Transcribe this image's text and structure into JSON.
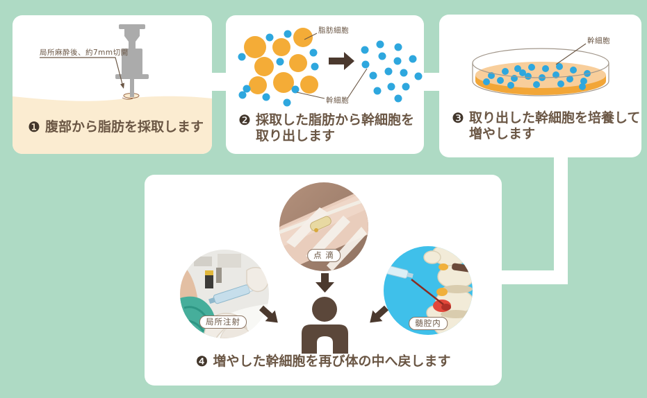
{
  "colors": {
    "background": "#AEDAC4",
    "card": "#FFFFFF",
    "cream": "#FBECD1",
    "text_brown": "#6A5644",
    "badge_brown": "#42362B",
    "fat_cell_orange": "#F4AC37",
    "stem_cell_blue": "#2EA7DE",
    "arrow_dark_brown": "#4B392E",
    "syringe_gray": "#ABABAB",
    "person_brown": "#5B473A"
  },
  "step1": {
    "badge": "❶",
    "caption": "腹部から脂肪を採取します",
    "annotation": "局所麻酔後、約7mm切開"
  },
  "step2": {
    "badge": "❷",
    "caption_line1": "採取した脂肪から幹細胞を",
    "caption_line2": "取り出します",
    "label_fat_cell": "脂肪細胞",
    "label_stem_cell": "幹細胞"
  },
  "step3": {
    "badge": "❸",
    "caption_line1": "取り出した幹細胞を培養して",
    "caption_line2": "増やします",
    "label_stem_cell": "幹細胞"
  },
  "step4": {
    "badge": "❹",
    "caption": "増やした幹細胞を再び体の中へ戻します",
    "label_iv": "点 滴",
    "label_local": "局所注射",
    "label_intrathecal": "髄腔内"
  }
}
